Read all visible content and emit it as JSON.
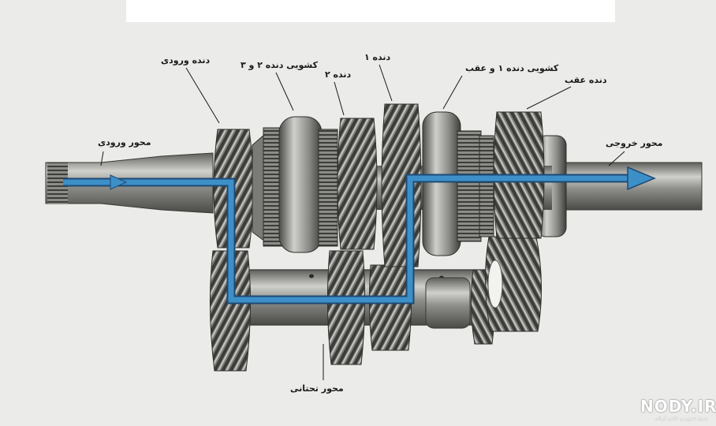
{
  "labels": {
    "input_gear": "دنده ورودی",
    "sync_2_3": "کشویی دنده ۲ و ۳",
    "gear_2": "دنده ۲",
    "gear_1": "دنده ۱",
    "sync_1_reverse": "کشویی دنده ۱ و عقب",
    "reverse_gear": "دنده عقب",
    "input_shaft": "محور ورودی",
    "output_shaft": "محور خروجی",
    "counter_shaft": "محور تحتانی"
  },
  "watermark": {
    "text": "NODY.IR",
    "subtext": "مرجع تصویر و عکس ایرانی"
  },
  "colors": {
    "power_flow": "#3d8fc8",
    "background": "#ebebe9",
    "metal": "#8a8a86"
  }
}
